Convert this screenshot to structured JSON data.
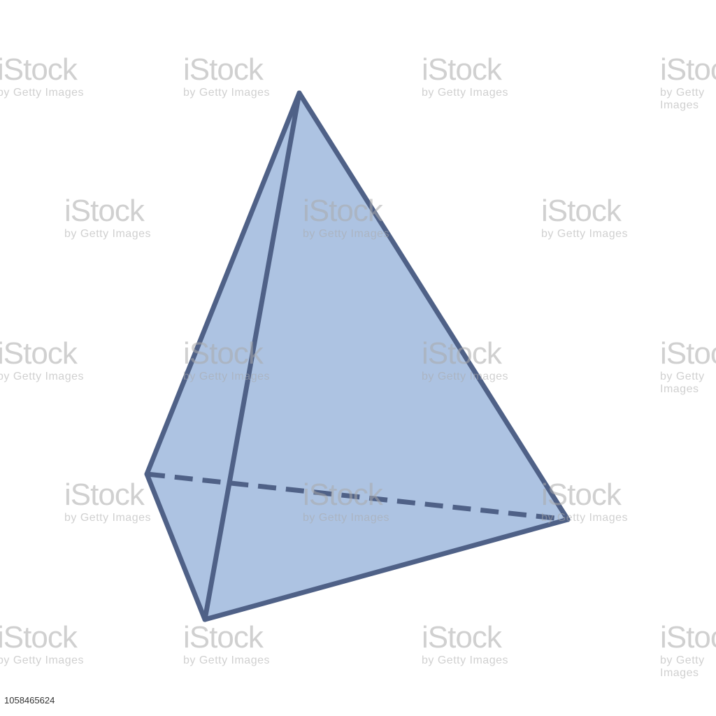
{
  "colors": {
    "background": "#ffffff",
    "face_fill": "#adc3e2",
    "edge_stroke": "#4f6187",
    "watermark": "#aaaaaa"
  },
  "diagram": {
    "shape": "triangular pyramid (tetrahedron)",
    "hidden_edge_style": "dashed"
  },
  "watermark": {
    "brand": "iStock",
    "tagline": "by Getty Images"
  },
  "stock_id": "1058465624"
}
